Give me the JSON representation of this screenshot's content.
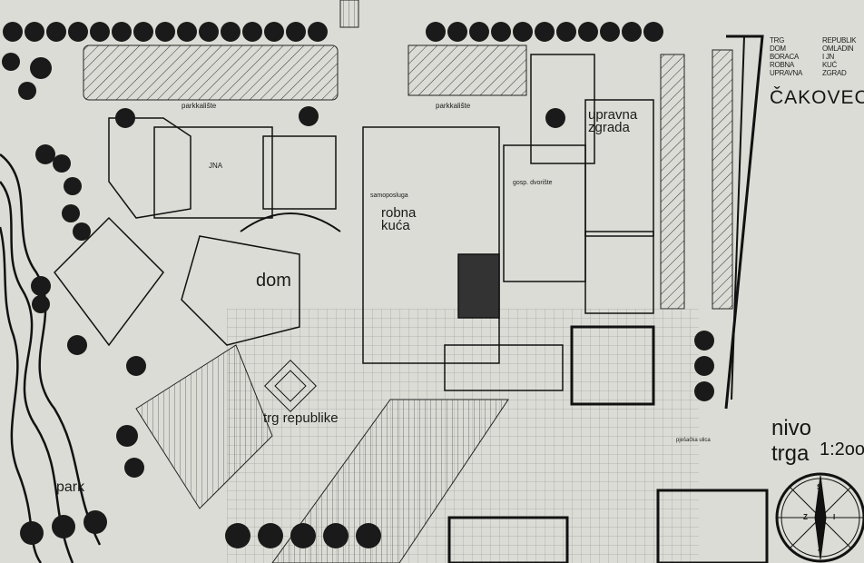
{
  "legend": [
    {
      "a": "TRG",
      "b": "REPUBLIK"
    },
    {
      "a": "DOM",
      "b": "OMLADIN"
    },
    {
      "a": "BORACA",
      "b": "I      JN"
    },
    {
      "a": "ROBNA",
      "b": "KUĆ"
    },
    {
      "a": "UPRAVNA",
      "b": "ZGRAD"
    }
  ],
  "city": "ČAKOVEC",
  "level_label": "nivo trga",
  "scale": "1:2oo",
  "compass": {
    "north": "S",
    "west": "Z",
    "east": "I",
    "south": "J"
  },
  "plan_labels": {
    "parking_left": "parkkalište",
    "parking_right": "parkkalište",
    "admin": "upravna zgrada",
    "dept_store": "robna kuća",
    "supermarket": "samoposluga",
    "yard": "gosp. dvorište",
    "dom": "dom",
    "jna": "JNA",
    "square": "trg republike",
    "park": "park",
    "street": "pješačka ulica"
  },
  "colors": {
    "paper": "#dcdcd6",
    "ink": "#1a1a1a"
  }
}
